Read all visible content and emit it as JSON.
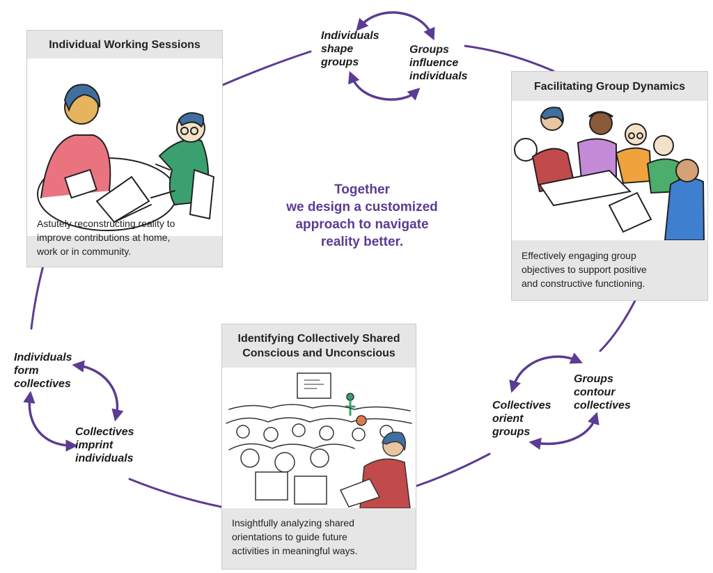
{
  "colors": {
    "accent": "#5b3b93",
    "card_bg": "#e6e6e6",
    "card_border": "#c9c9c9"
  },
  "center_text": [
    "Together",
    "we design a customized",
    "approach  to navigate",
    "reality better."
  ],
  "cards": {
    "individual": {
      "title": "Individual Working Sessions",
      "description": [
        "Astutely reconstructing reality to",
        "improve contributions at home,",
        "work or in community."
      ],
      "illustration": "two-people-laptop-sketch"
    },
    "group": {
      "title": "Facilitating Group Dynamics",
      "description": [
        "Effectively engaging group",
        "objectives to support positive",
        "and constructive functioning."
      ],
      "illustration": "group-meeting-sketch"
    },
    "collective": {
      "title": [
        "Identifying Collectively Shared",
        "Conscious and Unconscious"
      ],
      "description": [
        "Insightfully analyzing shared",
        "orientations to guide future",
        "activities in meaningful ways."
      ],
      "illustration": "audience-presentation-sketch"
    }
  },
  "cycle_labels": {
    "top_left": [
      "Individuals",
      "shape",
      "groups"
    ],
    "top_right": [
      "Groups",
      "influence",
      "individuals"
    ],
    "right_right": [
      "Groups",
      "contour",
      "collectives"
    ],
    "right_left": [
      "Collectives",
      "orient",
      "groups"
    ],
    "left_top": [
      "Individuals",
      "form",
      "collectives"
    ],
    "left_bottom": [
      "Collectives",
      "imprint",
      "individuals"
    ]
  }
}
